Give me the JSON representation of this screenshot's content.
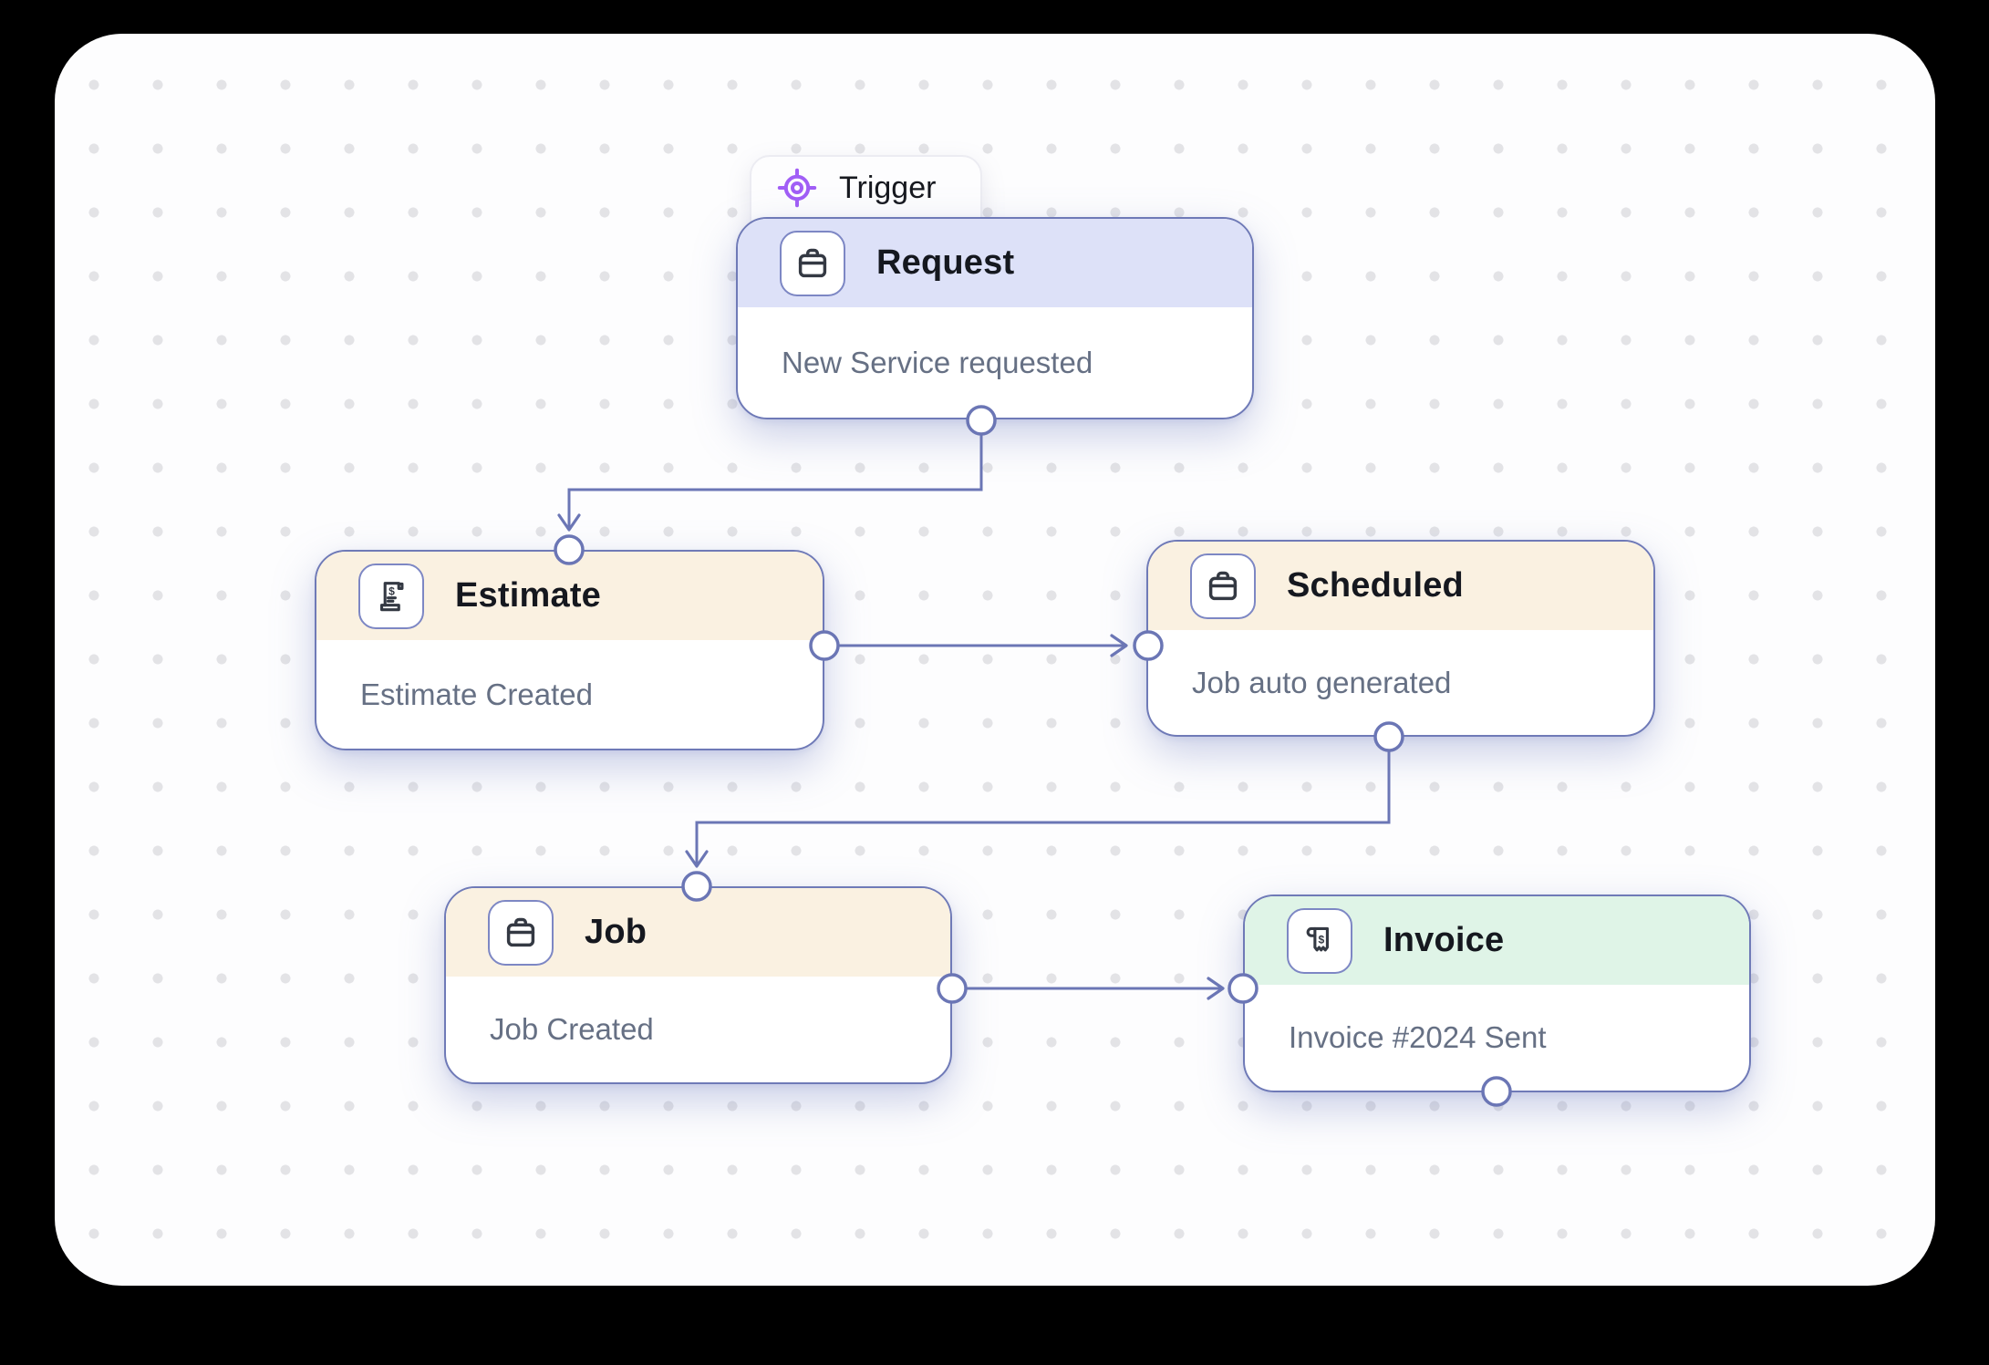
{
  "app": {
    "type": "workflow-automation-canvas"
  },
  "canvas": {
    "outer_background": "#000000",
    "surface_color": "#fdfdfe",
    "dot_color": "#e3e3e6"
  },
  "colors": {
    "node_border": "#6f7ab7",
    "edge_color": "#6b76b5",
    "title_text": "#15181f",
    "subtitle_text": "#667084",
    "lavender_header": "#dde1f8",
    "cream_header": "#faf1e1",
    "mint_header": "#dff4e7",
    "trigger_icon_purple": "#a15ef6"
  },
  "trigger_badge": {
    "label": "Trigger",
    "icon": "crosshair-target-icon"
  },
  "nodes": [
    {
      "id": "request",
      "title": "Request",
      "subtitle": "New Service requested",
      "icon": "briefcase-icon",
      "header_color": "#dde1f8",
      "ports": [
        "bottom"
      ]
    },
    {
      "id": "estimate",
      "title": "Estimate",
      "subtitle": "Estimate Created",
      "icon": "estimate-scroll-icon",
      "header_color": "#faf1e1",
      "ports": [
        "top",
        "right"
      ]
    },
    {
      "id": "scheduled",
      "title": "Scheduled",
      "subtitle": "Job auto generated",
      "icon": "briefcase-icon",
      "header_color": "#faf1e1",
      "ports": [
        "left",
        "bottom"
      ]
    },
    {
      "id": "job",
      "title": "Job",
      "subtitle": "Job Created",
      "icon": "briefcase-icon",
      "header_color": "#faf1e1",
      "ports": [
        "top",
        "right"
      ]
    },
    {
      "id": "invoice",
      "title": "Invoice",
      "subtitle": "Invoice #2024 Sent",
      "icon": "invoice-receipt-icon",
      "header_color": "#dff4e7",
      "ports": [
        "left",
        "bottom"
      ]
    }
  ],
  "edges": [
    {
      "from": "request",
      "to": "estimate",
      "shape": "elbow",
      "arrow": "open-chevron"
    },
    {
      "from": "estimate",
      "to": "scheduled",
      "shape": "straight",
      "arrow": "open-chevron"
    },
    {
      "from": "scheduled",
      "to": "job",
      "shape": "elbow",
      "arrow": "open-chevron"
    },
    {
      "from": "job",
      "to": "invoice",
      "shape": "straight",
      "arrow": "open-chevron"
    }
  ]
}
